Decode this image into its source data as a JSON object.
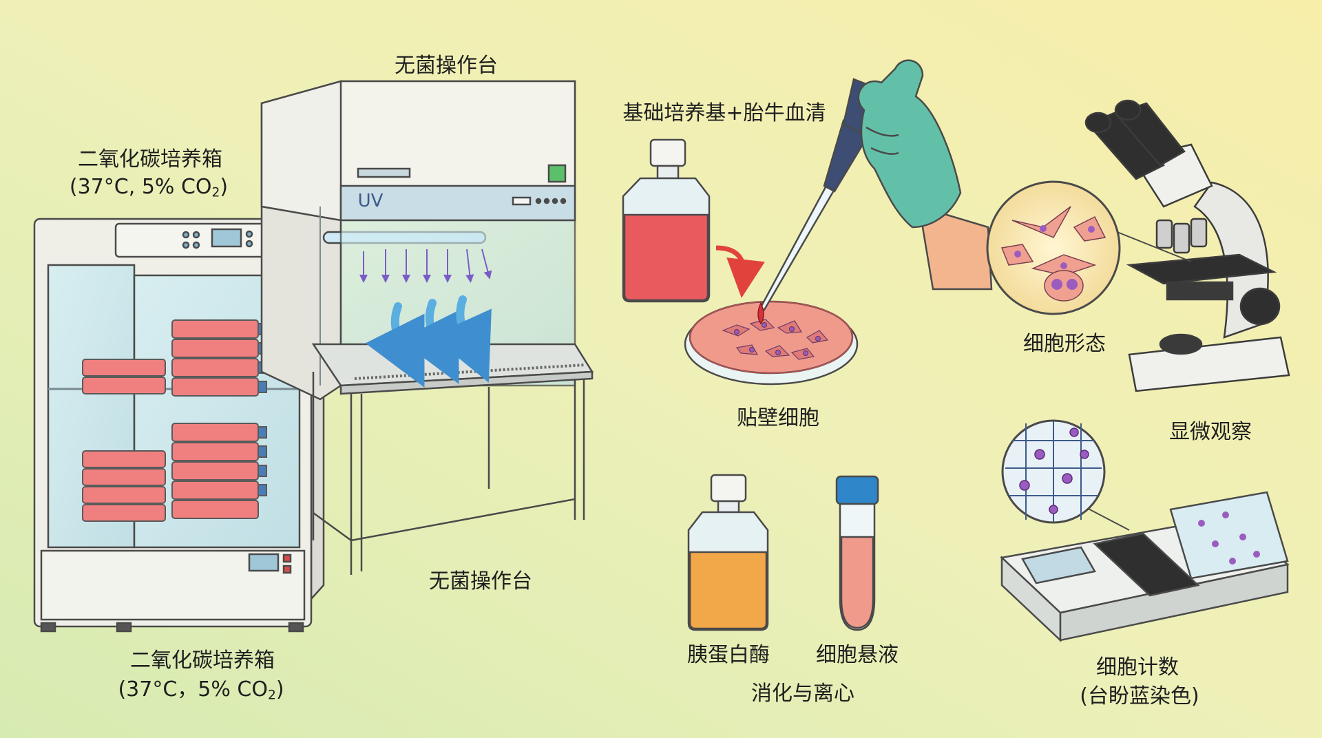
{
  "labels": {
    "incubator_top_name": "二氧化碳培养箱",
    "incubator_top_conditions": "(37°C, 5% CO",
    "incubator_top_co2_subscript": "2",
    "incubator_top_close": ")",
    "biosafety_cabinet_top": "无菌操作台",
    "biosafety_cabinet_bottom": "无菌操作台",
    "uv_lamp_text": "UV",
    "medium": "基础培养基+胎牛血清",
    "adherent_cells": "贴壁细胞",
    "cell_morphology": "细胞形态",
    "microscope_observation": "显微观察",
    "trypsin": "胰蛋白酶",
    "cell_suspension": "细胞悬液",
    "digestion_centrifugation": "消化与离心",
    "cell_counting": "细胞计数",
    "trypan_blue": "(台盼蓝染色)",
    "incubator_bottom_name": "二氧化碳培养箱",
    "incubator_bottom_conditions": "(37°C，5% CO",
    "incubator_bottom_co2_subscript": "2",
    "incubator_bottom_close": ")"
  },
  "colors": {
    "background_left": "#d8ecb4",
    "background_right": "#f5eeab",
    "medium_red": "#e85a5e",
    "trypsin_orange": "#f2a848",
    "glove_teal": "#63c0a8",
    "uv_violet": "#7a5cc8",
    "airflow_blue": "#5aaee0",
    "cell_purple": "#9b5cc0",
    "pipette_navy": "#3d4d74"
  }
}
